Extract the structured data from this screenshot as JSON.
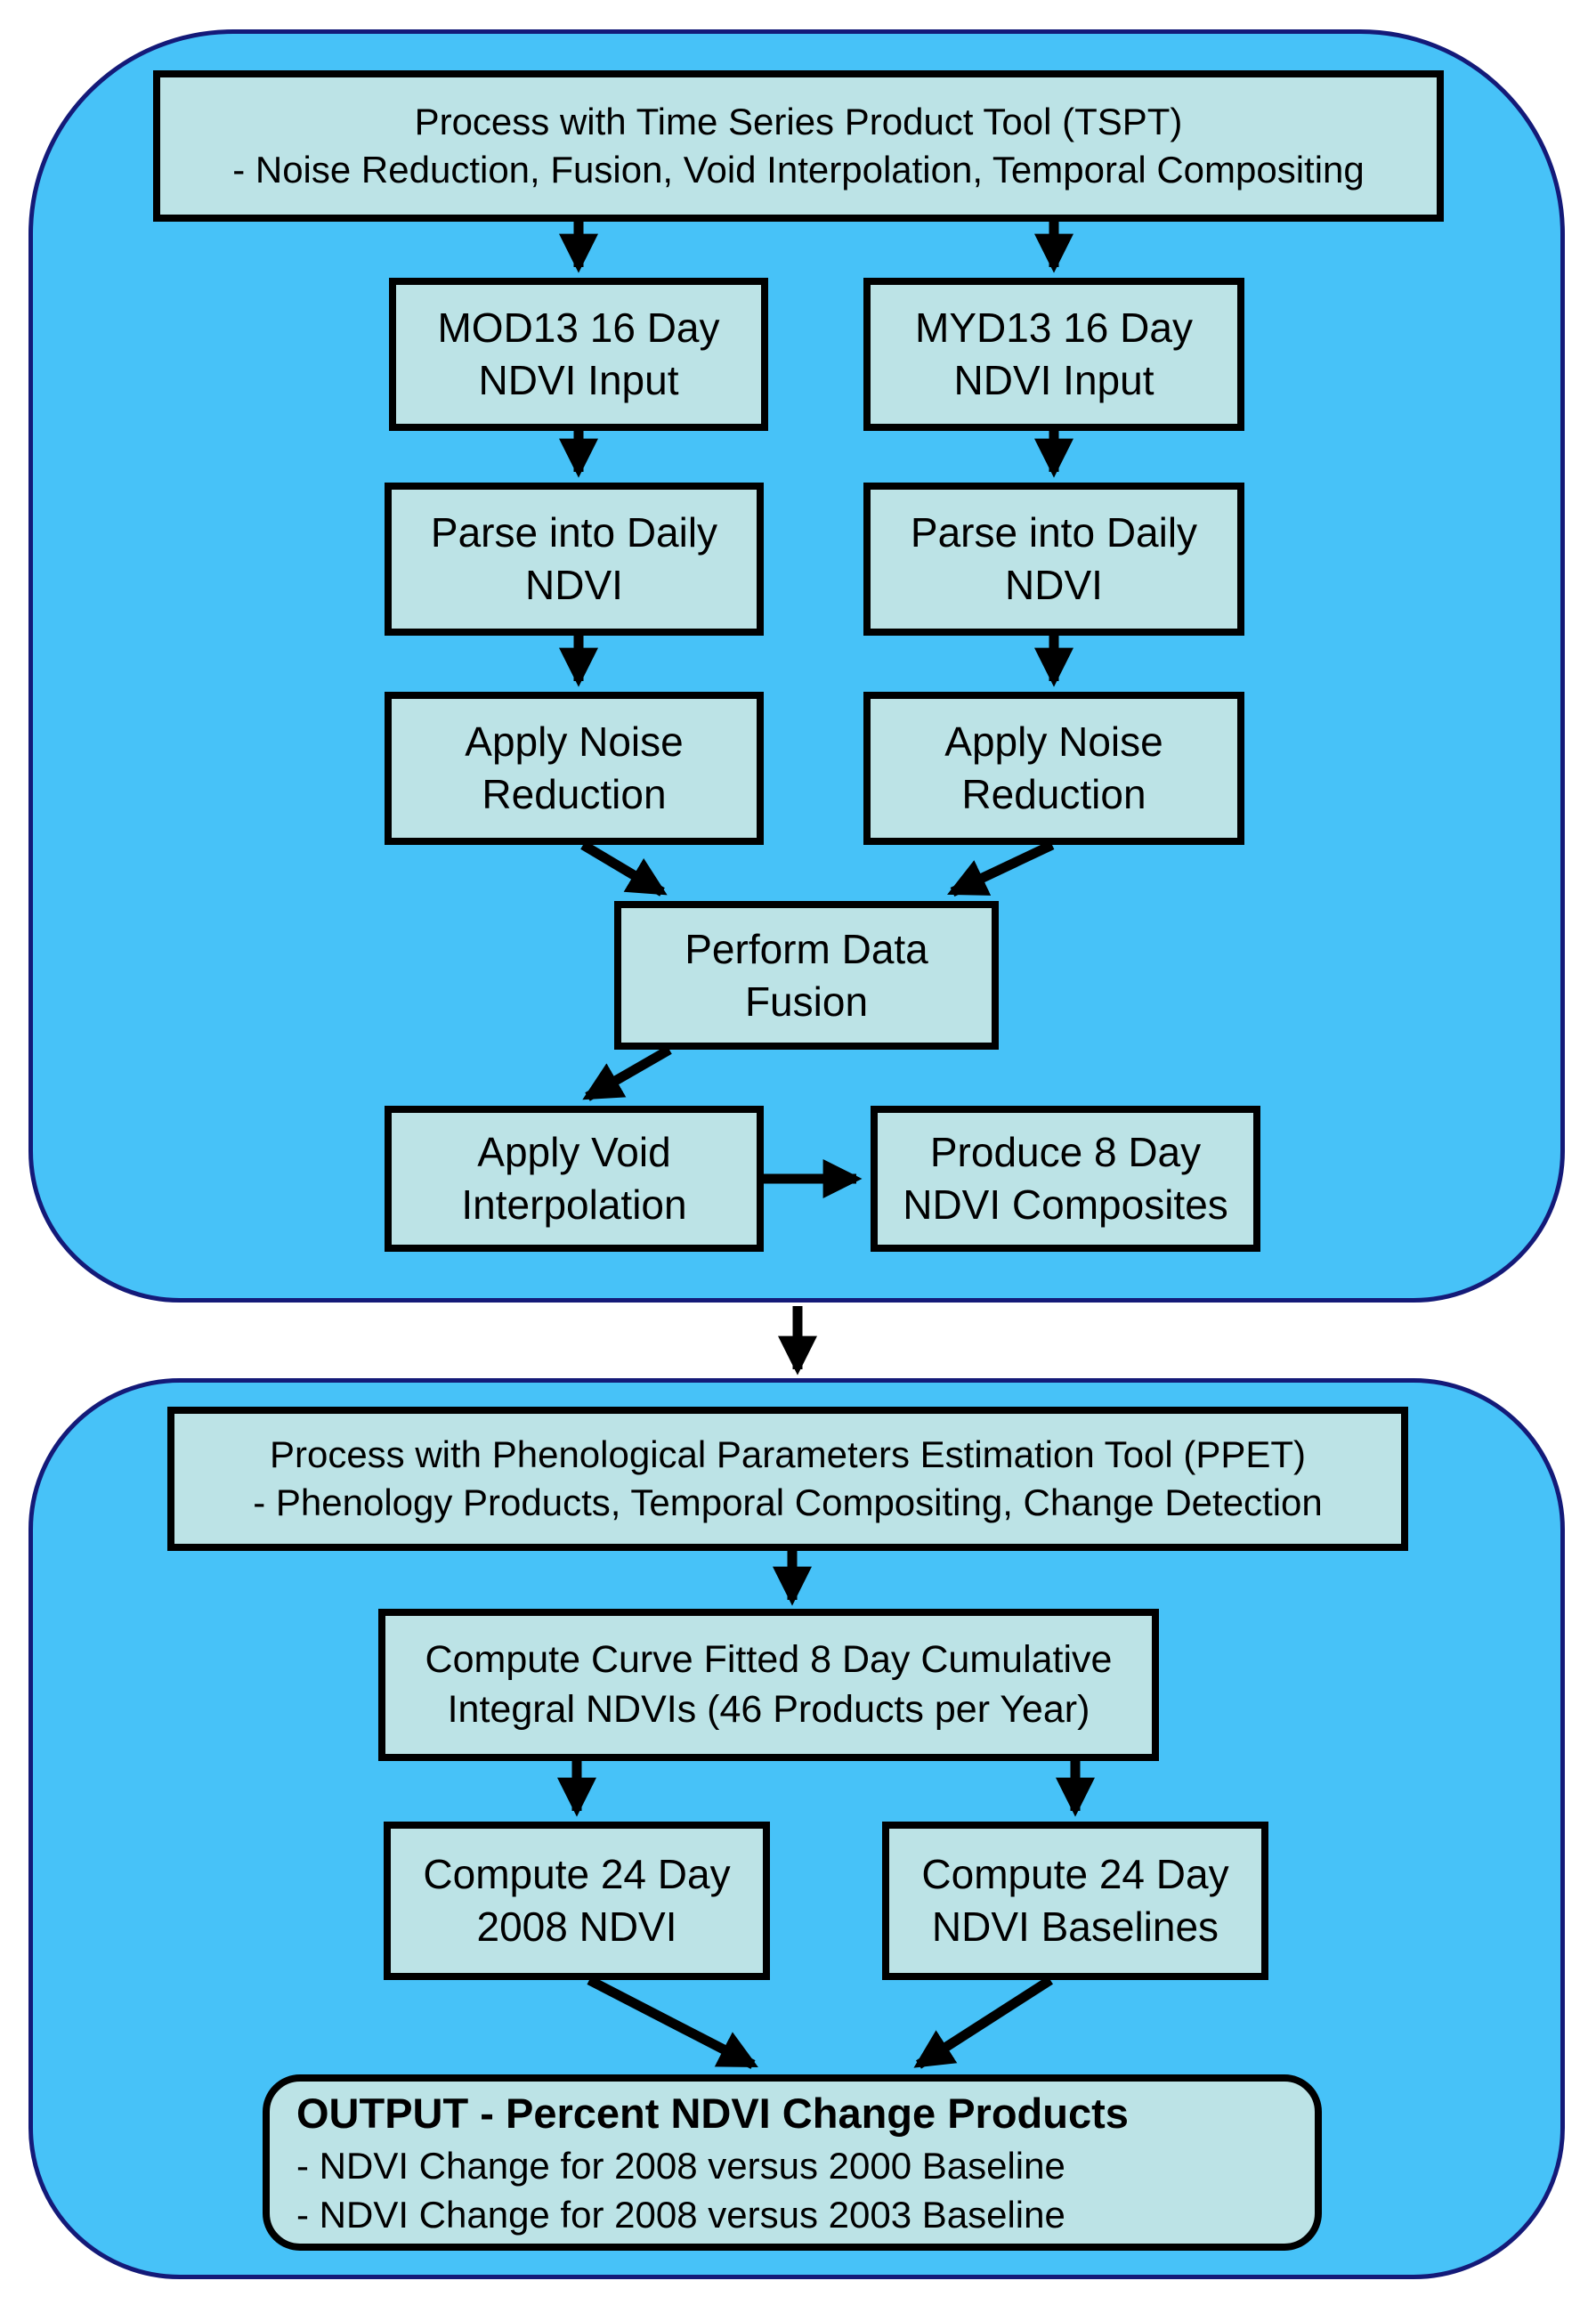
{
  "diagram_title": "NDVI change product processing flowchart",
  "colors": {
    "container_fill": "#47c2f8",
    "container_border": "#141a78",
    "node_fill": "#bce3e6",
    "node_border": "#000000",
    "arrow": "#000000",
    "page_background": "#ffffff",
    "text": "#000000"
  },
  "tspt": {
    "header": {
      "line1": "Process with Time Series Product Tool (TSPT)",
      "line2": "- Noise Reduction, Fusion, Void Interpolation, Temporal Compositing"
    },
    "mod13": {
      "line1": "MOD13 16 Day",
      "line2": "NDVI Input"
    },
    "myd13": {
      "line1": "MYD13 16 Day",
      "line2": "NDVI Input"
    },
    "parse_left": {
      "line1": "Parse into Daily",
      "line2": "NDVI"
    },
    "parse_right": {
      "line1": "Parse into Daily",
      "line2": "NDVI"
    },
    "noise_left": {
      "line1": "Apply Noise",
      "line2": "Reduction"
    },
    "noise_right": {
      "line1": "Apply Noise",
      "line2": "Reduction"
    },
    "fusion": {
      "line1": "Perform Data",
      "line2": "Fusion"
    },
    "void_interp": {
      "line1": "Apply Void",
      "line2": "Interpolation"
    },
    "composites": {
      "line1": "Produce 8 Day",
      "line2": "NDVI Composites"
    }
  },
  "ppet": {
    "header": {
      "line1": "Process with Phenological Parameters Estimation Tool (PPET)",
      "line2": "- Phenology Products, Temporal Compositing, Change Detection"
    },
    "curve": {
      "line1": "Compute Curve Fitted 8 Day Cumulative",
      "line2": "Integral NDVIs (46 Products per Year)"
    },
    "ndvi2008": {
      "line1": "Compute 24 Day",
      "line2": "2008 NDVI"
    },
    "baselines": {
      "line1": "Compute 24 Day",
      "line2": "NDVI Baselines"
    },
    "output": {
      "title": "OUTPUT - Percent NDVI Change Products",
      "item1": "- NDVI Change for 2008 versus 2000 Baseline",
      "item2": "- NDVI Change for 2008 versus 2003 Baseline"
    }
  }
}
